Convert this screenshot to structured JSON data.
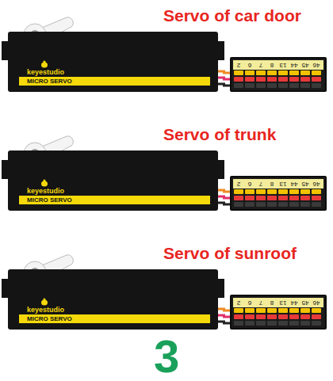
{
  "diagram": {
    "nodes": [
      {
        "text": [
          "keyestudio",
          "MICRO SERVO"
        ]
      },
      {
        "text": [
          "2",
          "6",
          "7",
          "8",
          "13",
          "44",
          "45",
          "46"
        ]
      },
      {
        "text": [
          "keyestudio",
          "MICRO SERVO"
        ]
      },
      {
        "text": [
          "2",
          "6",
          "7",
          "8",
          "13",
          "44",
          "45",
          "46"
        ]
      },
      {
        "text": [
          "keyestudio",
          "MICRO SERVO"
        ]
      },
      {
        "text": [
          "2",
          "6",
          "7",
          "8",
          "13",
          "44",
          "45",
          "46"
        ]
      }
    ],
    "edges": [
      {
        "from": 0,
        "to": 1,
        "arrow": "none"
      },
      {
        "from": 2,
        "to": 3,
        "arrow": "none"
      },
      {
        "from": 4,
        "to": 5,
        "arrow": "none"
      }
    ],
    "labels": [
      "Servo of car door",
      "Servo of trunk",
      "Servo of sunroof",
      "3"
    ]
  }
}
